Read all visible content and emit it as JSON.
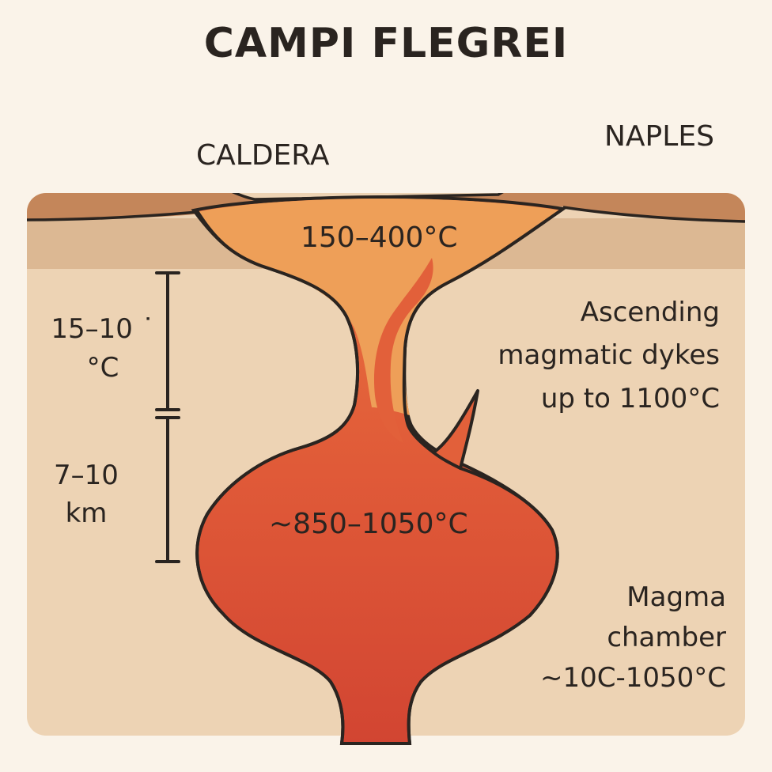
{
  "title": "CAMPI FLEGREI",
  "labels": {
    "caldera": "CALDERA",
    "naples": "NAPLES",
    "shallow_temp": "150–400°C",
    "dykes_line1": "Ascending",
    "dykes_line2": "magmatic dykes",
    "dykes_line3": "up to 1100°C",
    "depth_upper_line1": "15–10 ˙",
    "depth_upper_line2": "°C",
    "depth_lower_line1": "7–10",
    "depth_lower_line2": "km",
    "chamber_temp": "~850–1050°C",
    "chamber_line1": "Magma",
    "chamber_line2": "chamber",
    "chamber_line3": "~10С-1050°C"
  },
  "colors": {
    "background": "#faf3e9",
    "upper_crust": "#dcb893",
    "lower_crust": "#edd3b4",
    "surface": "#c4865a",
    "shallow_magma": "#ee9f58",
    "magma_mid": "#e2603a",
    "magma_deep": "#d24532",
    "outline": "#2a2420"
  }
}
